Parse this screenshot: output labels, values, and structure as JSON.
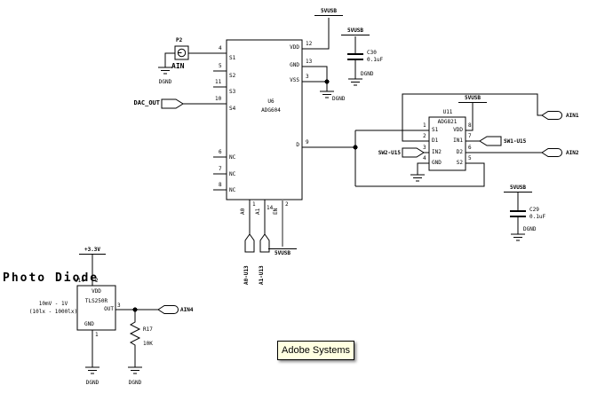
{
  "nets": {
    "vusb": "5VUSB",
    "dgnd": "DGND",
    "v33": "+3.3V"
  },
  "connectors": {
    "p2": {
      "ref": "P2",
      "net": "AIN"
    },
    "dac_out": "DAC_OUT",
    "a0": "A0-U13",
    "a1": "A1-U13",
    "sw1": "SW1-U15",
    "sw2": "SW2-U15",
    "ain1": "AIN1",
    "ain2": "AIN2",
    "ain4": "AIN4"
  },
  "u6": {
    "ref": "U6",
    "part": "ADG604",
    "pins": {
      "s1": {
        "num": "4",
        "name": "S1"
      },
      "s2": {
        "num": "5",
        "name": "S2"
      },
      "s3": {
        "num": "11",
        "name": "S3"
      },
      "s4": {
        "num": "10",
        "name": "S4"
      },
      "nc6": {
        "num": "6",
        "name": "NC"
      },
      "nc7": {
        "num": "7",
        "name": "NC"
      },
      "nc8": {
        "num": "8",
        "name": "NC"
      },
      "vdd": {
        "num": "12",
        "name": "VDD"
      },
      "gnd": {
        "num": "13",
        "name": "GND"
      },
      "vss": {
        "num": "3",
        "name": "VSS"
      },
      "d": {
        "num": "9",
        "name": "D"
      },
      "a0": {
        "num": "1",
        "name": "A0"
      },
      "a1": {
        "num": "14",
        "name": "A1"
      },
      "en": {
        "num": "2",
        "name": "EN"
      }
    }
  },
  "u11": {
    "ref": "U11",
    "part": "ADG821",
    "pins": {
      "s1": {
        "num": "1",
        "name": "S1"
      },
      "d1": {
        "num": "2",
        "name": "D1"
      },
      "in2": {
        "num": "3",
        "name": "IN2"
      },
      "gnd": {
        "num": "4",
        "name": "GND"
      },
      "vdd": {
        "num": "8",
        "name": "VDD"
      },
      "in1": {
        "num": "7",
        "name": "IN1"
      },
      "d2": {
        "num": "6",
        "name": "D2"
      },
      "s2": {
        "num": "5",
        "name": "S2"
      }
    }
  },
  "u14": {
    "ref": "U14",
    "part": "TLS250R",
    "pins": {
      "vdd": {
        "num": "2",
        "name": "VDD"
      },
      "out": {
        "num": "3",
        "name": "OUT"
      },
      "gnd": {
        "num": "1",
        "name": "GND"
      }
    }
  },
  "c30": {
    "ref": "C30",
    "value": "0.1uF"
  },
  "c29": {
    "ref": "C29",
    "value": "0.1uF"
  },
  "r17": {
    "ref": "R17",
    "value": "10K"
  },
  "photo_diode": {
    "title": "Photo Diode",
    "range_v": "10mV - 1V",
    "range_lx": "(10lx - 1000lx)"
  },
  "tooltip": {
    "text": "Adobe Systems"
  }
}
